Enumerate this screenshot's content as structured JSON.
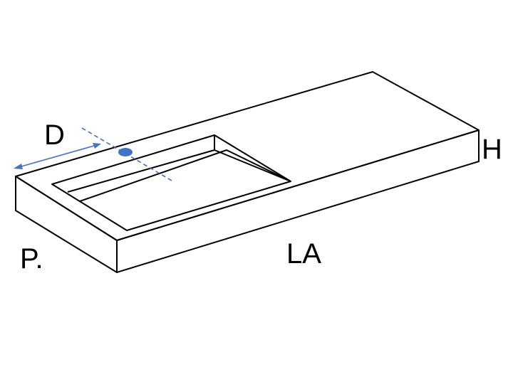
{
  "labels": {
    "depth_offset": "D",
    "height": "H",
    "depth": "P.",
    "width": "LA"
  },
  "colors": {
    "outline": "#000000",
    "dimension": "#4472c4",
    "background": "#ffffff"
  }
}
